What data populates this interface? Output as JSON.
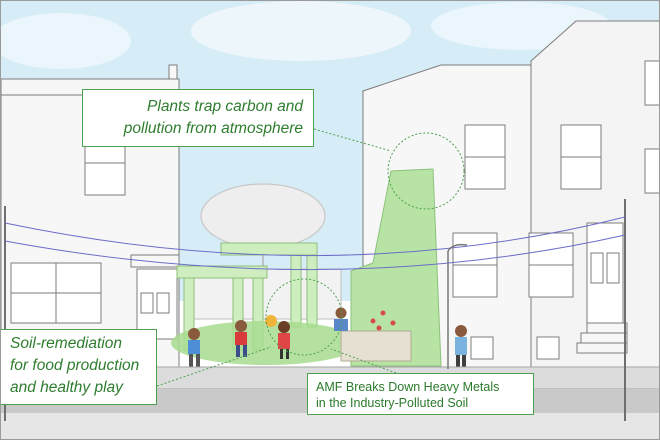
{
  "callouts": {
    "carbon": {
      "line1": "Plants trap carbon and",
      "line2": "pollution from atmosphere"
    },
    "soil": {
      "line1": "Soil-remediation",
      "line2": "for food production",
      "line3": "and healthy play"
    },
    "amf": {
      "line1": "AMF Breaks Down Heavy Metals",
      "line2": "in the Industry-Polluted Soil"
    }
  },
  "colors": {
    "callout_green": "#2e7d2e",
    "callout_border": "#4fa04f",
    "sky": "#cfe9f5",
    "sidewalk": "#c8c8c8",
    "plant_green": "#9fd58a",
    "wall_green": "#b9e4a6"
  }
}
